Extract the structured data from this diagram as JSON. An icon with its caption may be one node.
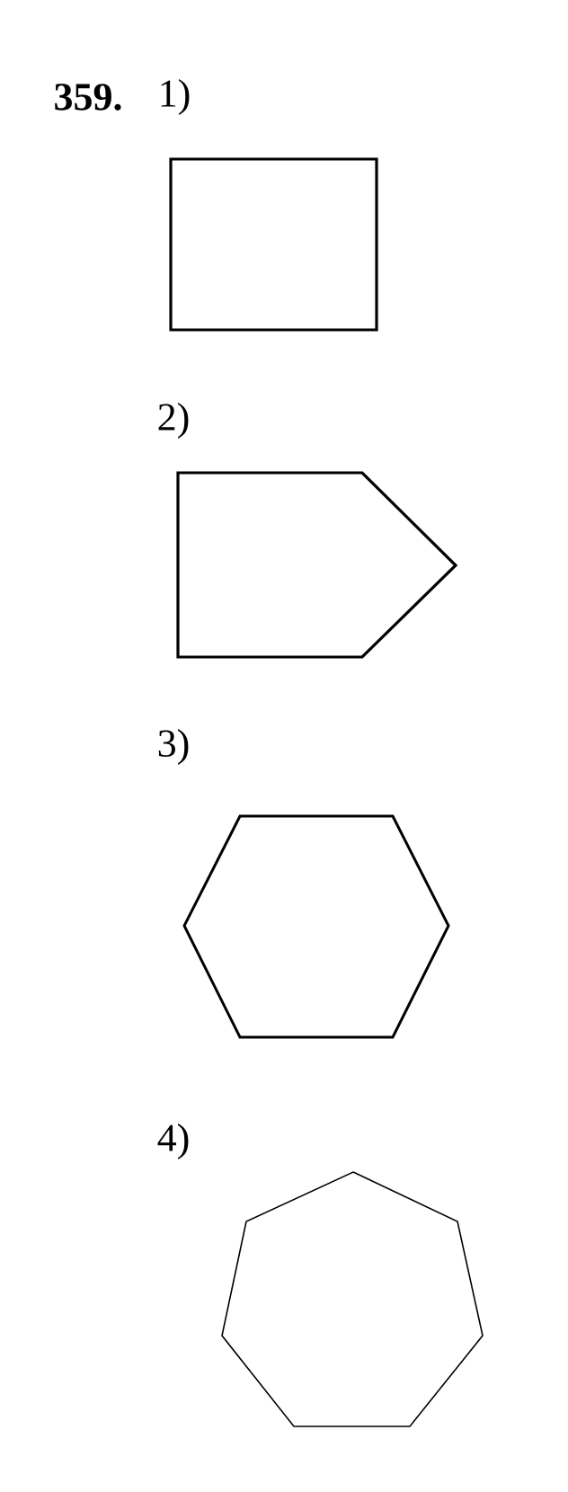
{
  "diagram": {
    "nodes": [
      {
        "text": [],
        "shape": "rectangle"
      },
      {
        "text": [],
        "shape": "pentagon"
      },
      {
        "text": [],
        "shape": "hexagon"
      },
      {
        "text": [],
        "shape": "heptagon"
      }
    ],
    "labels": [
      "359.",
      "1)",
      "2)",
      "3)",
      "4)"
    ]
  }
}
